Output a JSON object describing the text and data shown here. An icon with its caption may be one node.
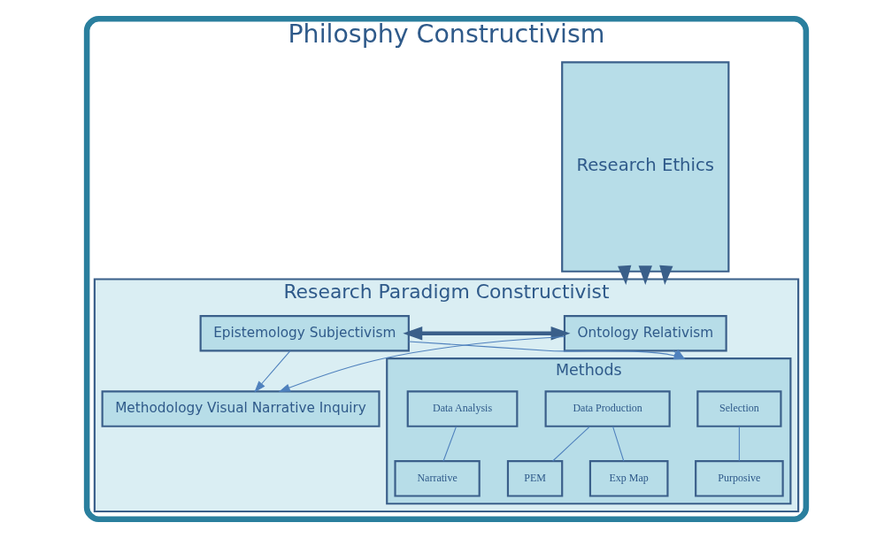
{
  "diagram": {
    "nodes": [
      {
        "text": [
          "Philosphy Constructivism"
        ]
      },
      {
        "text": [
          "Research Ethics"
        ],
        "in": 0
      },
      {
        "text": [
          "Research Paradigm Constructivist"
        ],
        "in": 0
      },
      {
        "text": [
          "Ontology Relativism"
        ],
        "in": 2
      },
      {
        "text": [
          "Epistemology Subjectivism"
        ],
        "in": 2
      },
      {
        "text": [
          "Methodology Visual Narrative Inquiry"
        ],
        "in": 2
      },
      {
        "text": [
          "Methods"
        ],
        "in": 2
      },
      {
        "text": [
          "Selection"
        ],
        "in": 6
      },
      {
        "text": [
          "Data Production"
        ],
        "in": 6
      },
      {
        "text": [
          "Data Analysis"
        ],
        "in": 6
      },
      {
        "text": [
          "Purposive"
        ],
        "in": 6
      },
      {
        "text": [
          "PEM"
        ],
        "in": 6
      },
      {
        "text": [
          "Exp Map"
        ],
        "in": 6
      },
      {
        "text": [
          "Narrative"
        ],
        "in": 6
      }
    ],
    "edges": [
      {
        "from": 1,
        "to": 2,
        "arrow": "to",
        "style": "thick"
      },
      {
        "from": 1,
        "to": 2,
        "arrow": "to",
        "style": "thick"
      },
      {
        "from": 1,
        "to": 2,
        "arrow": "to",
        "style": "thick"
      },
      {
        "from": 3,
        "to": 4,
        "arrow": "both",
        "style": "thick"
      },
      {
        "from": 3,
        "to": 5,
        "arrow": "to"
      },
      {
        "from": 3,
        "to": 6,
        "arrow": "to"
      },
      {
        "from": 4,
        "to": 5,
        "arrow": "to"
      },
      {
        "from": 4,
        "to": 6,
        "arrow": "to"
      },
      {
        "from": 7,
        "to": 10,
        "arrow": "none"
      },
      {
        "from": 8,
        "to": 11,
        "arrow": "none"
      },
      {
        "from": 8,
        "to": 12,
        "arrow": "none"
      },
      {
        "from": 9,
        "to": 13,
        "arrow": "none"
      }
    ]
  }
}
